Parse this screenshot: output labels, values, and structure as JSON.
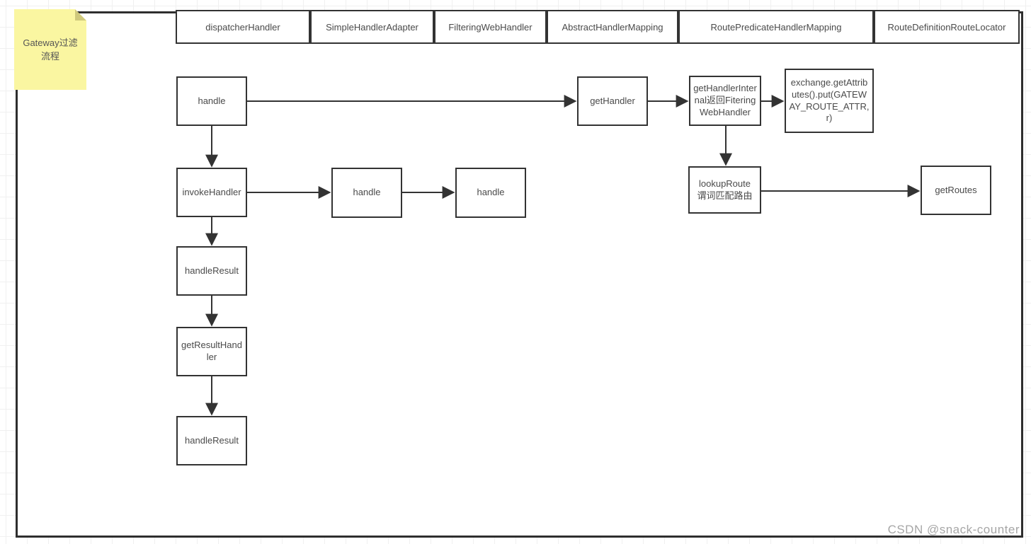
{
  "sticky_note": {
    "text": "Gateway过滤流程"
  },
  "lanes": [
    "dispatcherHandler",
    "SimpleHandlerAdapter",
    "FilteringWebHandler",
    "AbstractHandlerMapping",
    "RoutePredicateHandlerMapping",
    "RouteDefinitionRouteLocator"
  ],
  "nodes": {
    "handle_dispatcher": "handle",
    "get_handler": "getHandler",
    "get_handler_internal": "getHandlerInternal返回FiteringWebHandler",
    "exchange_put_attr": "exchange.getAttributes().put(GATEWAY_ROUTE_ATTR, r)",
    "invoke_handler": "invokeHandler",
    "handle_adapter": "handle",
    "handle_filtering": "handle",
    "lookup_route": "lookupRoute\n谓词匹配路由",
    "get_routes": "getRoutes",
    "handle_result_1": "handleResult",
    "get_result_handler": "getResultHandler",
    "handle_result_2": "handleResult"
  },
  "watermark": "CSDN @snack-counter",
  "colors": {
    "node_border": "#333333",
    "container_border": "#2E2E2E",
    "note_background": "#FAF6A1",
    "note_fold": "#CFC97C",
    "grid_line": "#F0F0F0",
    "text": "#4A4A4A",
    "watermark": "#A6A6A6"
  }
}
